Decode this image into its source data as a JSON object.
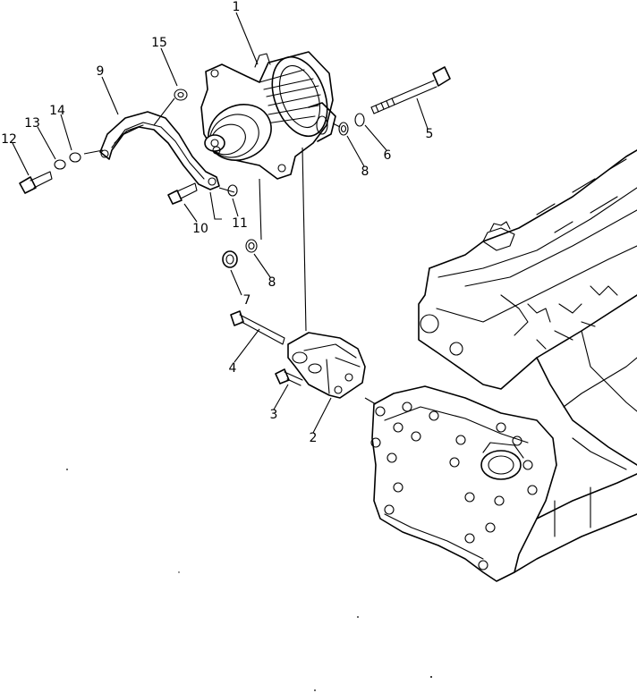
{
  "part_numbers": [
    "1",
    "2",
    "3",
    "4",
    "5",
    "6",
    "7",
    "8",
    "8",
    "9",
    "10",
    "11",
    "12",
    "13",
    "14",
    "15"
  ],
  "colors": {
    "line": "#000000",
    "background": "#ffffff"
  }
}
